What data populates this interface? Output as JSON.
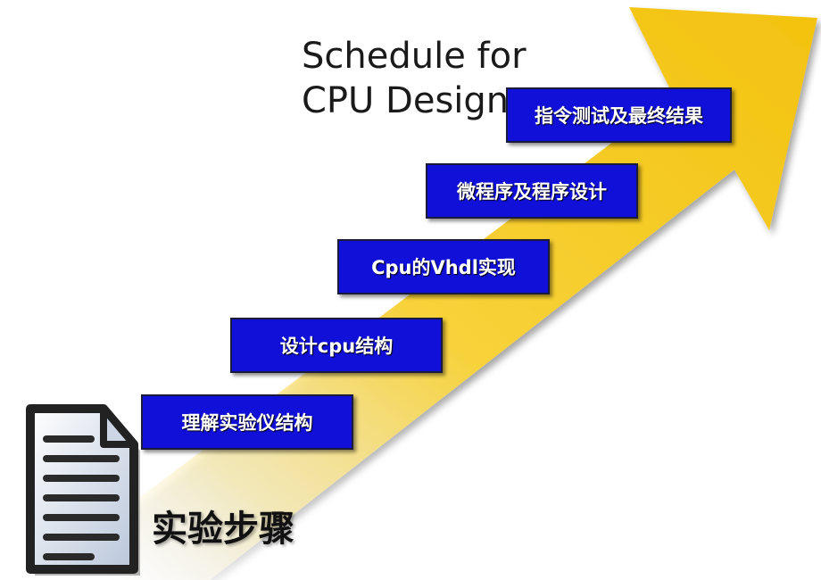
{
  "title": {
    "line1": "Schedule for",
    "line2": "CPU Designs"
  },
  "steps": [
    {
      "label": "理解实验仪结构"
    },
    {
      "label": "设计cpu结构"
    },
    {
      "label": "Cpu的Vhdl实现"
    },
    {
      "label": "微程序及程序设计"
    },
    {
      "label": "指令测试及最终结果"
    }
  ],
  "caption": "实验步骤",
  "icons": {
    "arrow": "rising-arrow",
    "document": "document-icon"
  },
  "colors": {
    "arrow": "#f5c816",
    "step_box": "#1010d8",
    "step_text": "#ffffff"
  }
}
